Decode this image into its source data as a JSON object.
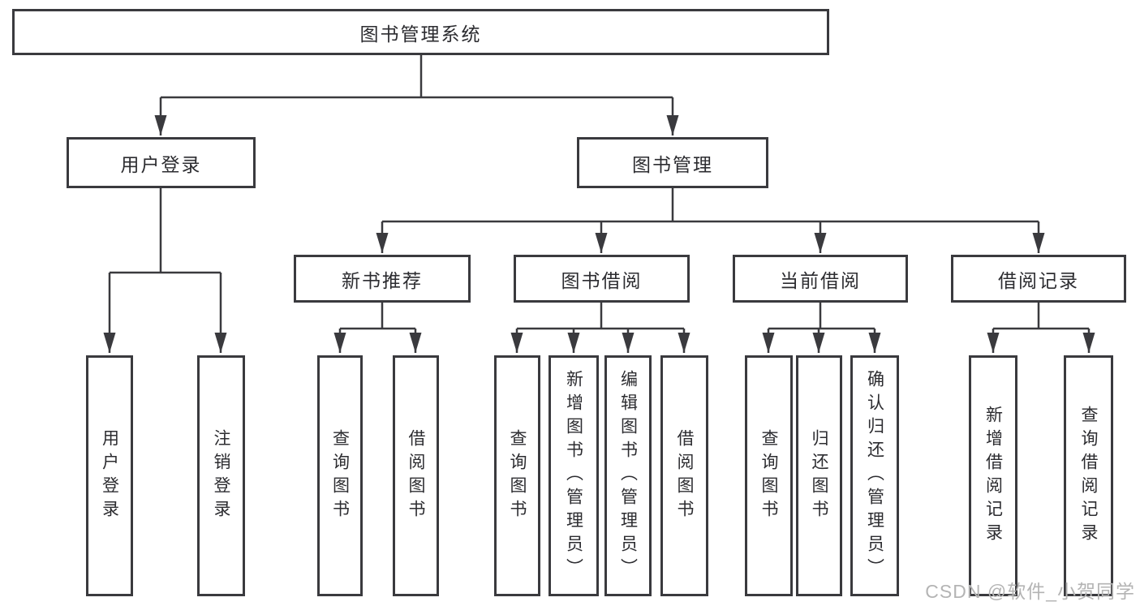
{
  "style": {
    "ink_color": "#3a3a3e",
    "text_color": "#2c2c30",
    "watermark_color": "#b4b4b4",
    "background_color": "#ffffff"
  },
  "watermark": "CSDN @软件_小贺同学",
  "tree": {
    "root": {
      "label": "图书管理系统"
    },
    "level2": [
      {
        "label": "用户登录",
        "children": [
          {
            "label": "用户登录"
          },
          {
            "label": "注销登录"
          }
        ]
      },
      {
        "label": "图书管理",
        "children": [
          {
            "label": "新书推荐",
            "children": [
              {
                "label": "查询图书"
              },
              {
                "label": "借阅图书"
              }
            ]
          },
          {
            "label": "图书借阅",
            "children": [
              {
                "label": "查询图书"
              },
              {
                "label": "新增图书（管理员）"
              },
              {
                "label": "编辑图书（管理员）"
              },
              {
                "label": "借阅图书"
              }
            ]
          },
          {
            "label": "当前借阅",
            "children": [
              {
                "label": "查询图书"
              },
              {
                "label": "归还图书"
              },
              {
                "label": "确认归还（管理员）"
              }
            ]
          },
          {
            "label": "借阅记录",
            "children": [
              {
                "label": "新增借阅记录"
              },
              {
                "label": "查询借阅记录"
              }
            ]
          }
        ]
      }
    ]
  }
}
